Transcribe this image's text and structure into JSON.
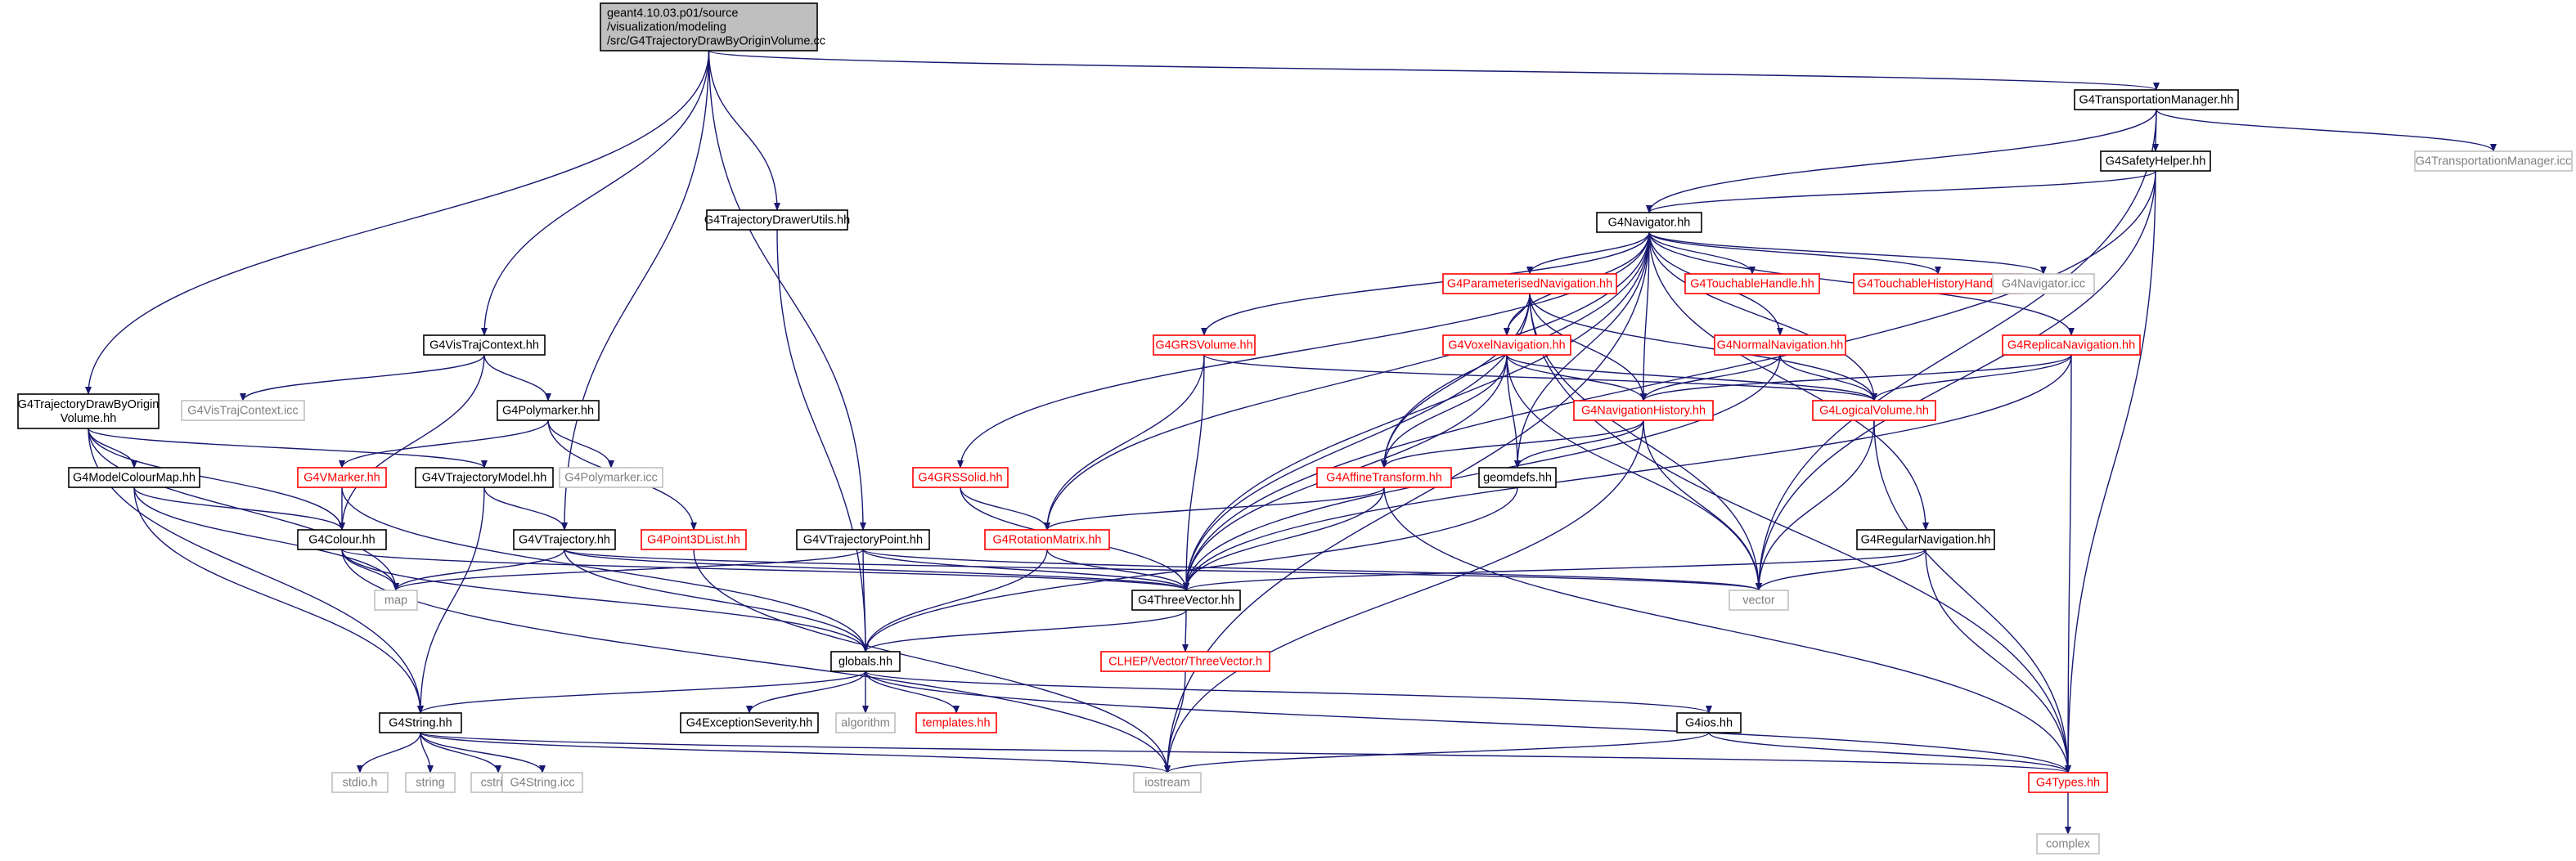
{
  "colors": {
    "edge": "#191970",
    "edge_gray": "#808080",
    "root_fill": "#bfbfbf",
    "box_black": "#000000",
    "box_red": "#ff0000",
    "box_gray": "#bfbfbf",
    "text_black": "#000000",
    "text_red": "#ff0000",
    "text_gray": "#808080"
  },
  "nodes": [
    {
      "id": "root",
      "lines": [
        "geant4.10.03.p01/source",
        "/visualization/modeling",
        "/src/G4TrajectoryDrawByOriginVolume.cc"
      ],
      "style": "root"
    },
    {
      "id": "transmgr",
      "lines": [
        "G4TransportationManager.hh"
      ],
      "style": "black"
    },
    {
      "id": "transicc",
      "lines": [
        "G4TransportationManager.icc"
      ],
      "style": "gray"
    },
    {
      "id": "safety",
      "lines": [
        "G4SafetyHelper.hh"
      ],
      "style": "black"
    },
    {
      "id": "nav",
      "lines": [
        "G4Navigator.hh"
      ],
      "style": "black"
    },
    {
      "id": "drawutils",
      "lines": [
        "G4TrajectoryDrawerUtils.hh"
      ],
      "style": "black"
    },
    {
      "id": "vistraj",
      "lines": [
        "G4VisTrajContext.hh"
      ],
      "style": "black"
    },
    {
      "id": "vistrajicc",
      "lines": [
        "G4VisTrajContext.icc"
      ],
      "style": "gray"
    },
    {
      "id": "drawbyorigin",
      "lines": [
        "G4TrajectoryDrawByOrigin",
        "Volume.hh"
      ],
      "style": "black"
    },
    {
      "id": "polymarker",
      "lines": [
        "G4Polymarker.hh"
      ],
      "style": "black"
    },
    {
      "id": "polymarkericc",
      "lines": [
        "G4Polymarker.icc"
      ],
      "style": "gray"
    },
    {
      "id": "modelcolour",
      "lines": [
        "G4ModelColourMap.hh"
      ],
      "style": "black"
    },
    {
      "id": "vmarker",
      "lines": [
        "G4VMarker.hh"
      ],
      "style": "red"
    },
    {
      "id": "vtrajmodel",
      "lines": [
        "G4VTrajectoryModel.hh"
      ],
      "style": "black"
    },
    {
      "id": "colour",
      "lines": [
        "G4Colour.hh"
      ],
      "style": "black"
    },
    {
      "id": "vtraj",
      "lines": [
        "G4VTrajectory.hh"
      ],
      "style": "black"
    },
    {
      "id": "point3d",
      "lines": [
        "G4Point3DList.hh"
      ],
      "style": "red"
    },
    {
      "id": "vtrajpoint",
      "lines": [
        "G4VTrajectoryPoint.hh"
      ],
      "style": "black"
    },
    {
      "id": "map",
      "lines": [
        "map"
      ],
      "style": "gray"
    },
    {
      "id": "grssolid",
      "lines": [
        "G4GRSSolid.hh"
      ],
      "style": "red"
    },
    {
      "id": "grsvolume",
      "lines": [
        "G4GRSVolume.hh"
      ],
      "style": "red"
    },
    {
      "id": "rotmatrix",
      "lines": [
        "G4RotationMatrix.hh"
      ],
      "style": "red"
    },
    {
      "id": "paramnav",
      "lines": [
        "G4ParameterisedNavigation.hh"
      ],
      "style": "red"
    },
    {
      "id": "voxelnav",
      "lines": [
        "G4VoxelNavigation.hh"
      ],
      "style": "red"
    },
    {
      "id": "normalnav",
      "lines": [
        "G4NormalNavigation.hh"
      ],
      "style": "red"
    },
    {
      "id": "replicanav",
      "lines": [
        "G4ReplicaNavigation.hh"
      ],
      "style": "red"
    },
    {
      "id": "touchable",
      "lines": [
        "G4TouchableHandle.hh"
      ],
      "style": "red"
    },
    {
      "id": "touchhist",
      "lines": [
        "G4TouchableHistoryHandle.hh"
      ],
      "style": "red"
    },
    {
      "id": "navicc",
      "lines": [
        "G4Navigator.icc"
      ],
      "style": "gray"
    },
    {
      "id": "navhist",
      "lines": [
        "G4NavigationHistory.hh"
      ],
      "style": "red"
    },
    {
      "id": "logvol",
      "lines": [
        "G4LogicalVolume.hh"
      ],
      "style": "red"
    },
    {
      "id": "affine",
      "lines": [
        "G4AffineTransform.hh"
      ],
      "style": "red"
    },
    {
      "id": "geomdefs",
      "lines": [
        "geomdefs.hh"
      ],
      "style": "black"
    },
    {
      "id": "regularnav",
      "lines": [
        "G4RegularNavigation.hh"
      ],
      "style": "black"
    },
    {
      "id": "threevec",
      "lines": [
        "G4ThreeVector.hh"
      ],
      "style": "black"
    },
    {
      "id": "vector",
      "lines": [
        "vector"
      ],
      "style": "gray"
    },
    {
      "id": "globals",
      "lines": [
        "globals.hh"
      ],
      "style": "black"
    },
    {
      "id": "clhep",
      "lines": [
        "CLHEP/Vector/ThreeVector.h"
      ],
      "style": "red"
    },
    {
      "id": "g4string",
      "lines": [
        "G4String.hh"
      ],
      "style": "black"
    },
    {
      "id": "exception",
      "lines": [
        "G4ExceptionSeverity.hh"
      ],
      "style": "black"
    },
    {
      "id": "algorithm",
      "lines": [
        "algorithm"
      ],
      "style": "gray"
    },
    {
      "id": "templates",
      "lines": [
        "templates.hh"
      ],
      "style": "red"
    },
    {
      "id": "g4ios",
      "lines": [
        "G4ios.hh"
      ],
      "style": "black"
    },
    {
      "id": "stdio",
      "lines": [
        "stdio.h"
      ],
      "style": "gray"
    },
    {
      "id": "string",
      "lines": [
        "string"
      ],
      "style": "gray"
    },
    {
      "id": "cstring",
      "lines": [
        "cstring"
      ],
      "style": "gray"
    },
    {
      "id": "stringicc",
      "lines": [
        "G4String.icc"
      ],
      "style": "gray"
    },
    {
      "id": "iostream",
      "lines": [
        "iostream"
      ],
      "style": "gray"
    },
    {
      "id": "g4types",
      "lines": [
        "G4Types.hh"
      ],
      "style": "red"
    },
    {
      "id": "complex",
      "lines": [
        "complex"
      ],
      "style": "gray"
    }
  ],
  "edges": [
    [
      "root",
      "transmgr"
    ],
    [
      "root",
      "drawutils"
    ],
    [
      "root",
      "vistraj"
    ],
    [
      "root",
      "drawbyorigin"
    ],
    [
      "root",
      "vtraj"
    ],
    [
      "root",
      "vtrajpoint"
    ],
    [
      "transmgr",
      "transicc"
    ],
    [
      "transmgr",
      "safety"
    ],
    [
      "transmgr",
      "nav"
    ],
    [
      "transmgr",
      "vector"
    ],
    [
      "safety",
      "nav"
    ],
    [
      "safety",
      "threevec"
    ],
    [
      "safety",
      "vector"
    ],
    [
      "safety",
      "g4types"
    ],
    [
      "nav",
      "paramnav"
    ],
    [
      "nav",
      "voxelnav"
    ],
    [
      "nav",
      "normalnav"
    ],
    [
      "nav",
      "replicanav"
    ],
    [
      "nav",
      "regularnav"
    ],
    [
      "nav",
      "touchable"
    ],
    [
      "nav",
      "touchhist"
    ],
    [
      "nav",
      "navicc"
    ],
    [
      "nav",
      "grsvolume"
    ],
    [
      "nav",
      "grssolid"
    ],
    [
      "nav",
      "rotmatrix"
    ],
    [
      "nav",
      "threevec"
    ],
    [
      "nav",
      "affine"
    ],
    [
      "nav",
      "navhist"
    ],
    [
      "nav",
      "logvol"
    ],
    [
      "nav",
      "geomdefs"
    ],
    [
      "nav",
      "iostream"
    ],
    [
      "paramnav",
      "voxelnav"
    ],
    [
      "paramnav",
      "navhist"
    ],
    [
      "paramnav",
      "affine"
    ],
    [
      "paramnav",
      "logvol"
    ],
    [
      "paramnav",
      "threevec"
    ],
    [
      "paramnav",
      "vector"
    ],
    [
      "paramnav",
      "g4types"
    ],
    [
      "voxelnav",
      "navhist"
    ],
    [
      "voxelnav",
      "logvol"
    ],
    [
      "voxelnav",
      "affine"
    ],
    [
      "voxelnav",
      "geomdefs"
    ],
    [
      "voxelnav",
      "threevec"
    ],
    [
      "voxelnav",
      "vector"
    ],
    [
      "normalnav",
      "navhist"
    ],
    [
      "normalnav",
      "logvol"
    ],
    [
      "normalnav",
      "threevec"
    ],
    [
      "replicanav",
      "navhist"
    ],
    [
      "replicanav",
      "logvol"
    ],
    [
      "replicanav",
      "threevec"
    ],
    [
      "replicanav",
      "g4types"
    ],
    [
      "grsvolume",
      "logvol"
    ],
    [
      "grsvolume",
      "rotmatrix"
    ],
    [
      "grsvolume",
      "threevec"
    ],
    [
      "grssolid",
      "rotmatrix"
    ],
    [
      "grssolid",
      "threevec"
    ],
    [
      "navhist",
      "affine"
    ],
    [
      "navhist",
      "geomdefs"
    ],
    [
      "navhist",
      "vector"
    ],
    [
      "navhist",
      "iostream"
    ],
    [
      "logvol",
      "vector"
    ],
    [
      "logvol",
      "g4types"
    ],
    [
      "affine",
      "rotmatrix"
    ],
    [
      "affine",
      "threevec"
    ],
    [
      "affine",
      "g4types"
    ],
    [
      "geomdefs",
      "globals"
    ],
    [
      "regularnav",
      "threevec"
    ],
    [
      "regularnav",
      "vector"
    ],
    [
      "regularnav",
      "g4types"
    ],
    [
      "rotmatrix",
      "threevec"
    ],
    [
      "rotmatrix",
      "globals"
    ],
    [
      "threevec",
      "globals"
    ],
    [
      "threevec",
      "clhep"
    ],
    [
      "clhep",
      "iostream"
    ],
    [
      "drawutils",
      "globals"
    ],
    [
      "vistraj",
      "vistrajicc"
    ],
    [
      "vistraj",
      "polymarker"
    ],
    [
      "vistraj",
      "colour"
    ],
    [
      "drawbyorigin",
      "modelcolour"
    ],
    [
      "drawbyorigin",
      "vtrajmodel"
    ],
    [
      "drawbyorigin",
      "colour"
    ],
    [
      "drawbyorigin",
      "g4string"
    ],
    [
      "drawbyorigin",
      "map"
    ],
    [
      "polymarker",
      "polymarkericc"
    ],
    [
      "polymarker",
      "vmarker"
    ],
    [
      "polymarker",
      "point3d"
    ],
    [
      "modelcolour",
      "colour"
    ],
    [
      "modelcolour",
      "g4string"
    ],
    [
      "modelcolour",
      "map"
    ],
    [
      "vmarker",
      "colour"
    ],
    [
      "vmarker",
      "globals"
    ],
    [
      "vtrajmodel",
      "vtraj"
    ],
    [
      "vtrajmodel",
      "g4string"
    ],
    [
      "colour",
      "threevec"
    ],
    [
      "colour",
      "map"
    ],
    [
      "colour",
      "globals"
    ],
    [
      "colour",
      "iostream"
    ],
    [
      "vtraj",
      "map"
    ],
    [
      "vtraj",
      "vector"
    ],
    [
      "vtraj",
      "globals"
    ],
    [
      "vtraj",
      "threevec"
    ],
    [
      "point3d",
      "iostream"
    ],
    [
      "vtrajpoint",
      "threevec"
    ],
    [
      "vtrajpoint",
      "globals"
    ],
    [
      "vtrajpoint",
      "vector"
    ],
    [
      "vtrajpoint",
      "map"
    ],
    [
      "globals",
      "g4string"
    ],
    [
      "globals",
      "exception"
    ],
    [
      "globals",
      "algorithm"
    ],
    [
      "globals",
      "templates"
    ],
    [
      "globals",
      "g4ios"
    ],
    [
      "globals",
      "g4types"
    ],
    [
      "g4string",
      "stdio"
    ],
    [
      "g4string",
      "string"
    ],
    [
      "g4string",
      "cstring"
    ],
    [
      "g4string",
      "stringicc"
    ],
    [
      "g4string",
      "iostream"
    ],
    [
      "g4string",
      "g4types"
    ],
    [
      "g4ios",
      "iostream"
    ],
    [
      "g4ios",
      "g4types"
    ],
    [
      "g4types",
      "complex"
    ]
  ]
}
